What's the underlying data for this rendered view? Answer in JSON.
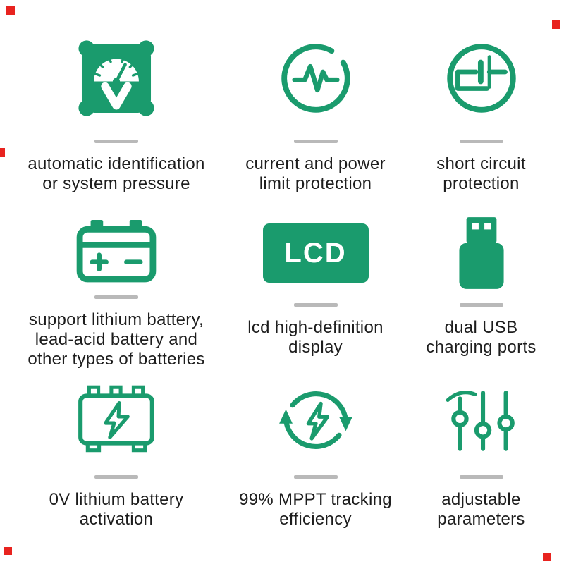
{
  "colors": {
    "accent_green": "#1a9b6d",
    "divider_gray": "#b9b9b9",
    "text_color": "#1d1d1d",
    "artifact_red": "#e8231f"
  },
  "features": [
    {
      "name": "automatic-identification",
      "icon": "voltmeter-gauge-icon",
      "label": "automatic identification\nor system pressure"
    },
    {
      "name": "current-power-limit",
      "icon": "current-waveform-icon",
      "label": "current and power\nlimit protection"
    },
    {
      "name": "short-circuit-protection",
      "icon": "battery-circuit-icon",
      "label": "short circuit\nprotection"
    },
    {
      "name": "battery-type-support",
      "icon": "car-battery-icon",
      "label": "support lithium battery,\nlead-acid battery and\nother types of batteries"
    },
    {
      "name": "lcd-display",
      "icon": "lcd-badge-icon",
      "lcd_text": "LCD",
      "label": "lcd high-definition\ndisplay"
    },
    {
      "name": "dual-usb-ports",
      "icon": "usb-plug-icon",
      "label": "dual USB\ncharging ports"
    },
    {
      "name": "zero-volt-activation",
      "icon": "battery-module-bolt-icon",
      "label": "0V lithium battery\nactivation"
    },
    {
      "name": "mppt-efficiency",
      "icon": "recycle-bolt-icon",
      "label": "99% MPPT tracking\nefficiency"
    },
    {
      "name": "adjustable-parameters",
      "icon": "sliders-icon",
      "label": "adjustable\nparameters"
    }
  ]
}
